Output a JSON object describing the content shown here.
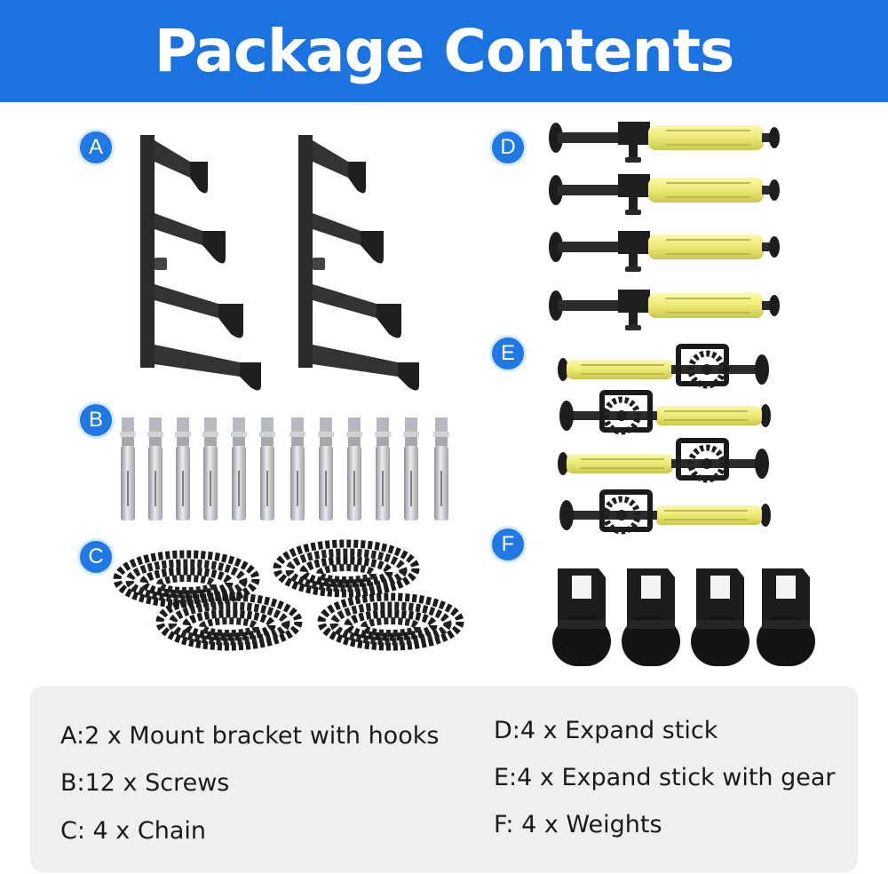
{
  "banner": {
    "title": "Package Contents",
    "background": "#1a73e0"
  },
  "badges": {
    "a": "A",
    "b": "B",
    "c": "C",
    "d": "D",
    "e": "E",
    "f": "F",
    "color": "#1f78e4"
  },
  "contents": {
    "left": [
      "A:2 x Mount bracket with hooks",
      "B:12 x Screws",
      "C: 4 x Chain"
    ],
    "right": [
      "D:4 x Expand stick",
      "E:4 x Expand stick with gear",
      "F: 4 x Weights"
    ]
  },
  "product_images": {
    "a": "mount-bracket-illustration",
    "b": "screw-illustration",
    "c": "chain-illustration",
    "d": "expand-stick-illustration",
    "e": "expand-stick-gear-illustration",
    "f": "weight-illustration",
    "stick_color": "#f3f08a"
  }
}
